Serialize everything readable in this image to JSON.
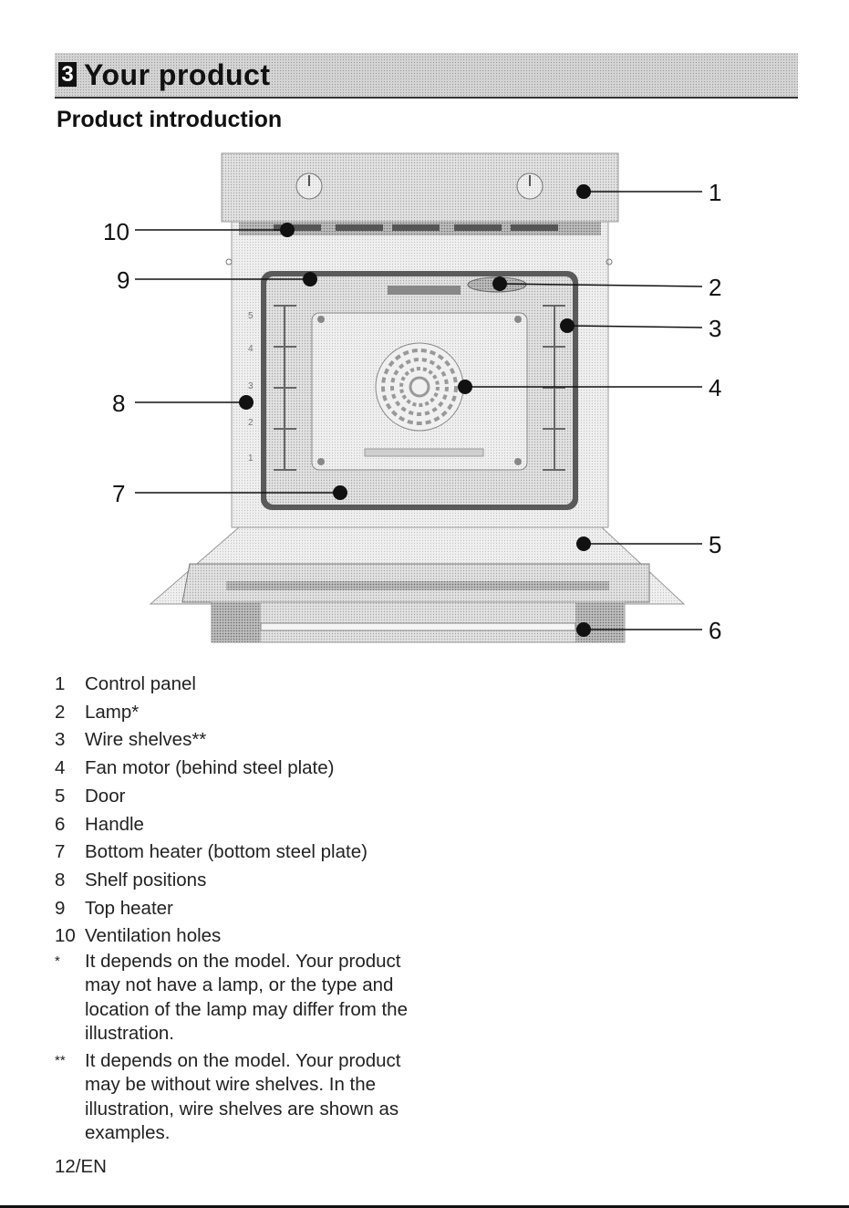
{
  "section": {
    "number": "3",
    "title": "Your product"
  },
  "subtitle": "Product introduction",
  "figure": {
    "callouts": [
      "1",
      "2",
      "3",
      "4",
      "5",
      "6",
      "7",
      "8",
      "9",
      "10"
    ],
    "shelf_labels": [
      "5",
      "4",
      "3",
      "2",
      "1"
    ]
  },
  "legend": [
    {
      "num": "1",
      "text": "Control panel"
    },
    {
      "num": "2",
      "text": "Lamp*"
    },
    {
      "num": "3",
      "text": "Wire shelves**"
    },
    {
      "num": "4",
      "text": "Fan motor (behind steel plate)"
    },
    {
      "num": "5",
      "text": "Door"
    },
    {
      "num": "6",
      "text": "Handle"
    },
    {
      "num": "7",
      "text": "Bottom heater (bottom steel plate)"
    },
    {
      "num": "8",
      "text": "Shelf positions"
    },
    {
      "num": "9",
      "text": "Top heater"
    },
    {
      "num": "10",
      "text": "Ventilation holes"
    }
  ],
  "notes": [
    {
      "mark": "*",
      "text": "It depends on the model. Your product may not have a lamp, or the type and location of the lamp may differ from the illustration."
    },
    {
      "mark": "**",
      "text": "It depends on the model. Your product may be without wire shelves. In the illustration, wire shelves are shown as examples."
    }
  ],
  "page_number": "12/EN"
}
